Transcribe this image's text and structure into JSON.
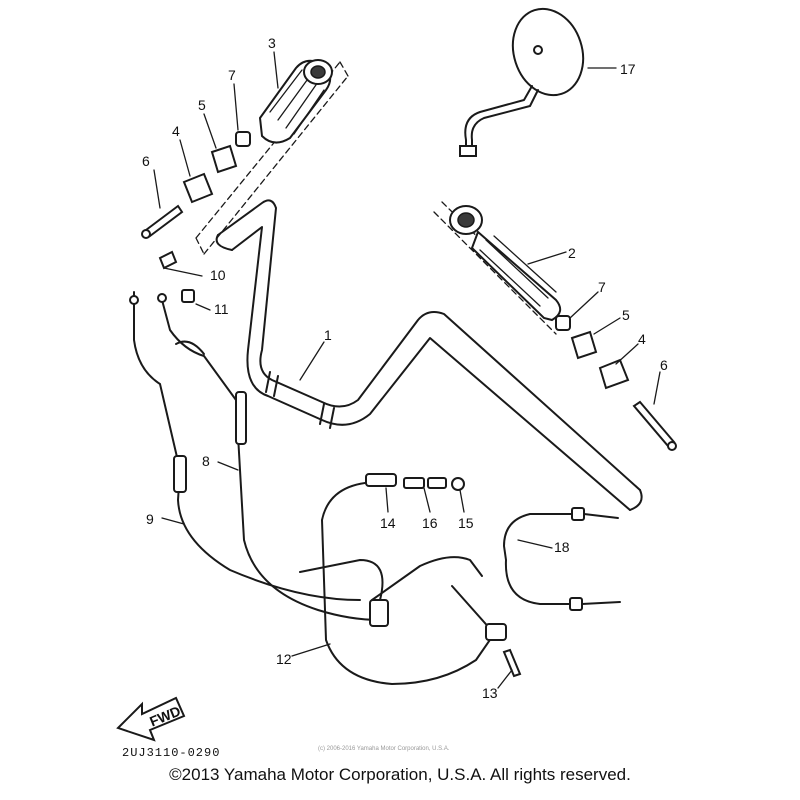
{
  "diagram": {
    "drawing_code": "2UJ3110-0290",
    "watermark": "(c) 2006-2016 Yamaha Motor Corporation, U.S.A.",
    "copyright": "©2013 Yamaha Motor Corporation, U.S.A. All rights reserved.",
    "fwd_label": "FWD",
    "callouts": {
      "c1": "1",
      "c2": "2",
      "c3": "3",
      "c4a": "4",
      "c4b": "4",
      "c5a": "5",
      "c5b": "5",
      "c6a": "6",
      "c6b": "6",
      "c7a": "7",
      "c7b": "7",
      "c8": "8",
      "c9": "9",
      "c10": "10",
      "c11": "11",
      "c12": "12",
      "c13": "13",
      "c14": "14",
      "c15": "15",
      "c16": "16",
      "c17": "17",
      "c18": "18"
    }
  }
}
